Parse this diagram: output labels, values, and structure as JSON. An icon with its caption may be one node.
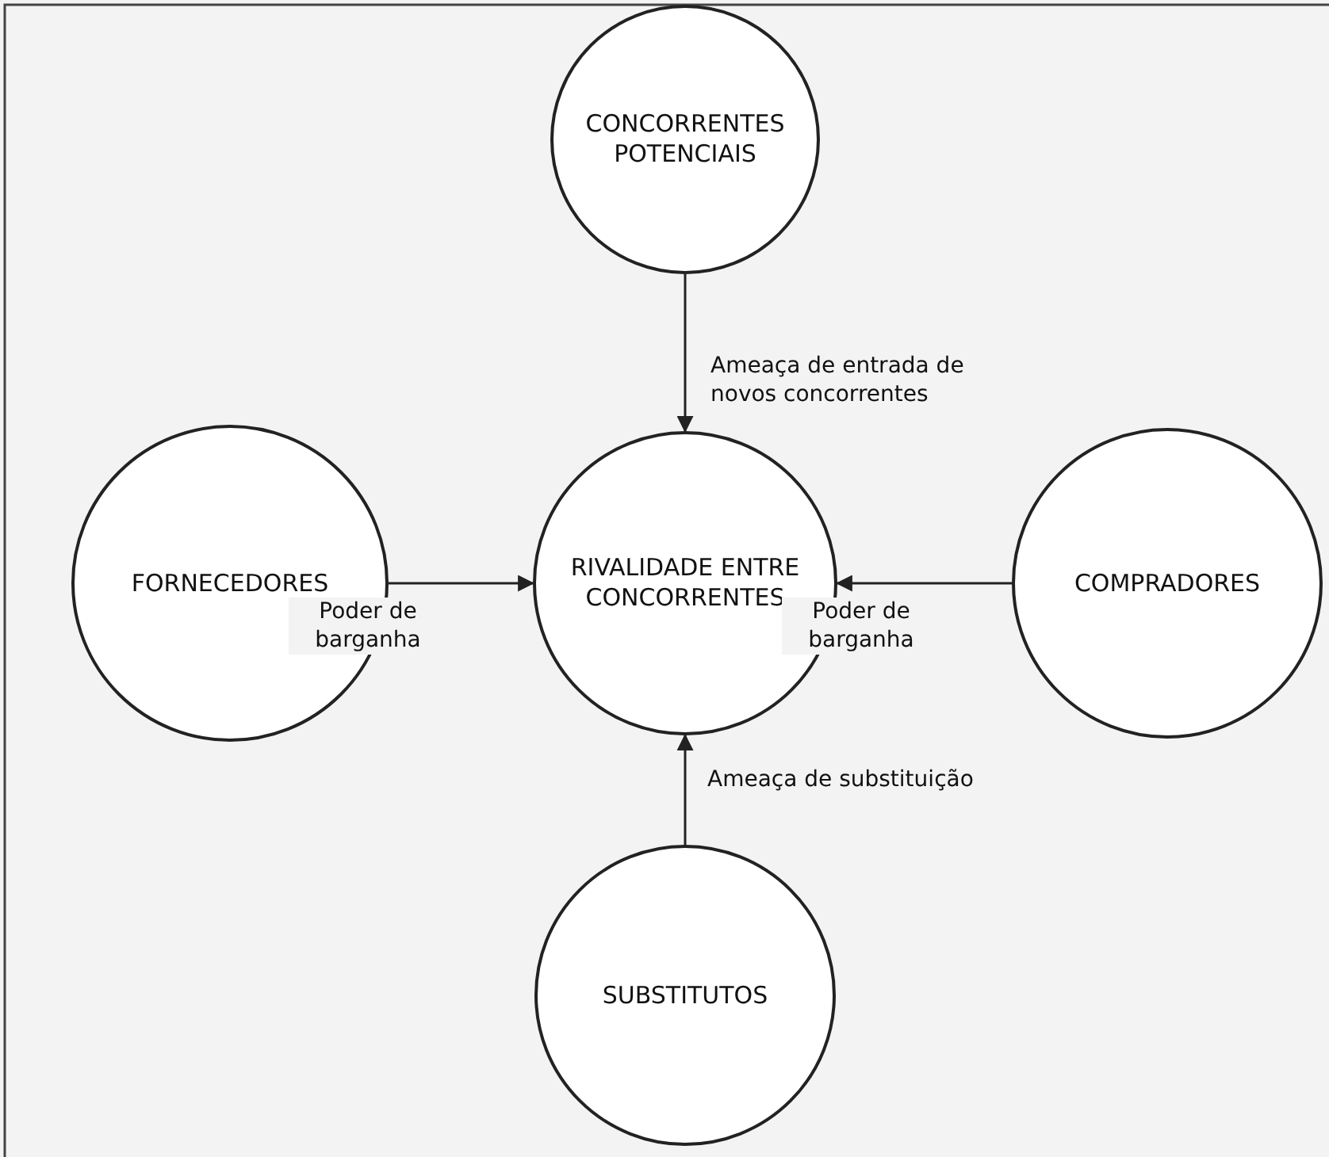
{
  "diagram": {
    "nodes": [
      {
        "text": [
          "CONCORRENTES POTENCIAIS"
        ]
      },
      {
        "text": [
          "FORNECEDORES"
        ]
      },
      {
        "text": [
          "RIVALIDADE ENTRE CONCORRENTES"
        ]
      },
      {
        "text": [
          "COMPRADORES"
        ]
      },
      {
        "text": [
          "SUBSTITUTOS"
        ]
      }
    ],
    "edges": [
      {
        "from": 0,
        "to": 2,
        "arrow": "to",
        "label": "Ameaça de entrada de novos concorrentes"
      },
      {
        "from": 1,
        "to": 2,
        "arrow": "to",
        "label": "Poder de barganha"
      },
      {
        "from": 3,
        "to": 2,
        "arrow": "to",
        "label": "Poder de barganha"
      },
      {
        "from": 4,
        "to": 2,
        "arrow": "to",
        "label": "Ameaça de substituição"
      }
    ]
  }
}
